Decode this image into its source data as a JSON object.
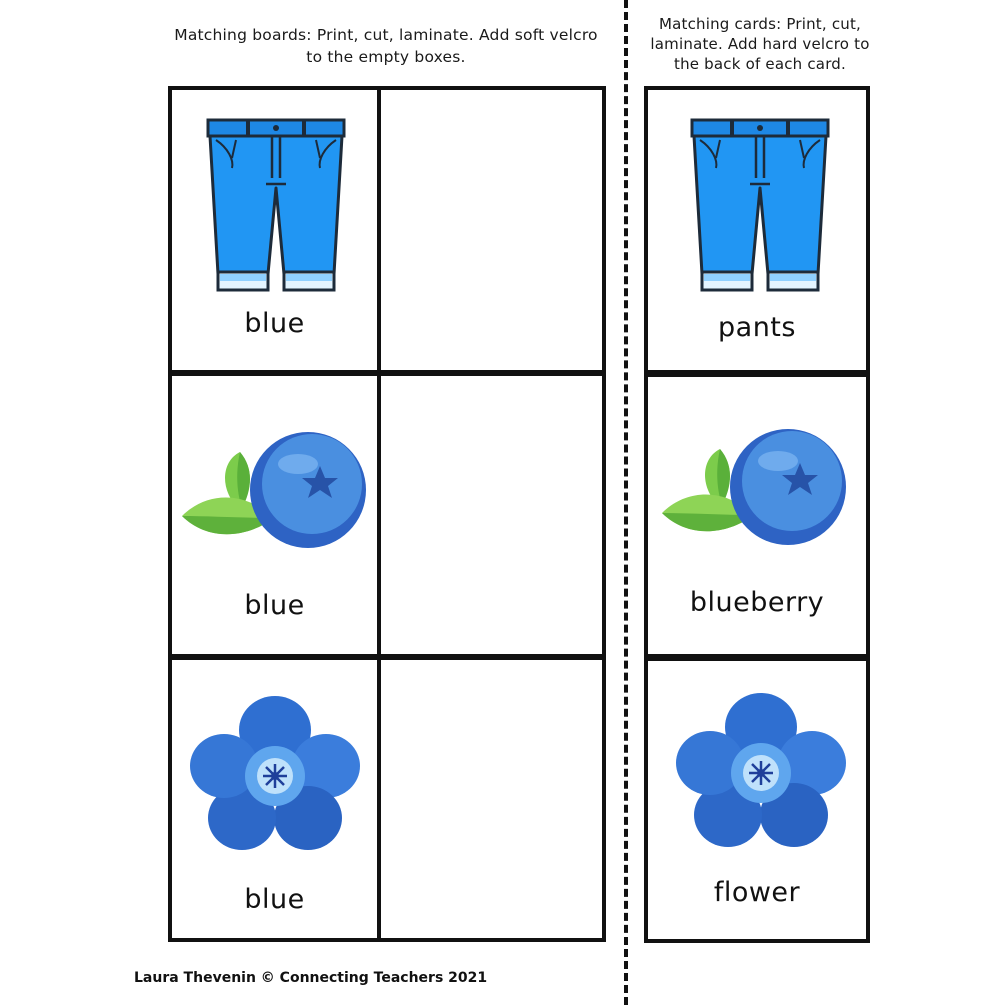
{
  "instructions": {
    "board": "Matching boards: Print, cut, laminate. Add soft velcro to the empty boxes.",
    "cards": "Matching cards: Print, cut, laminate. Add hard velcro to the back of each card."
  },
  "board": {
    "rows": [
      {
        "image": "pants-icon",
        "label": "blue"
      },
      {
        "image": "blueberry-icon",
        "label": "blue"
      },
      {
        "image": "flower-icon",
        "label": "blue"
      }
    ]
  },
  "cards": {
    "items": [
      {
        "image": "pants-icon",
        "label": "pants"
      },
      {
        "image": "blueberry-icon",
        "label": "blueberry"
      },
      {
        "image": "flower-icon",
        "label": "flower"
      }
    ]
  },
  "footer": "Laura Thevenin © Connecting Teachers 2021",
  "colors": {
    "denim": "#1e88e5",
    "denim_dark": "#1565c0",
    "berry": "#3d7fd6",
    "leaf": "#6cc04a",
    "flower": "#2f6fd1"
  }
}
